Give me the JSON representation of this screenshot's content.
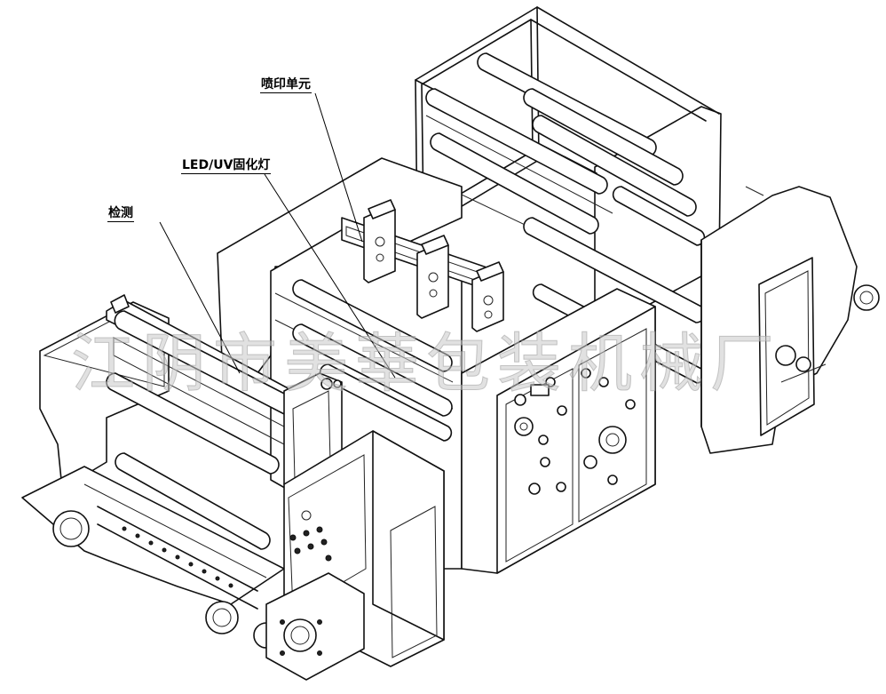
{
  "callouts": {
    "printing_unit": "喷印单元",
    "led_uv_lamp": "LED/UV固化灯",
    "detection": "检测"
  },
  "watermark": "江阴市美華包装机械厂"
}
